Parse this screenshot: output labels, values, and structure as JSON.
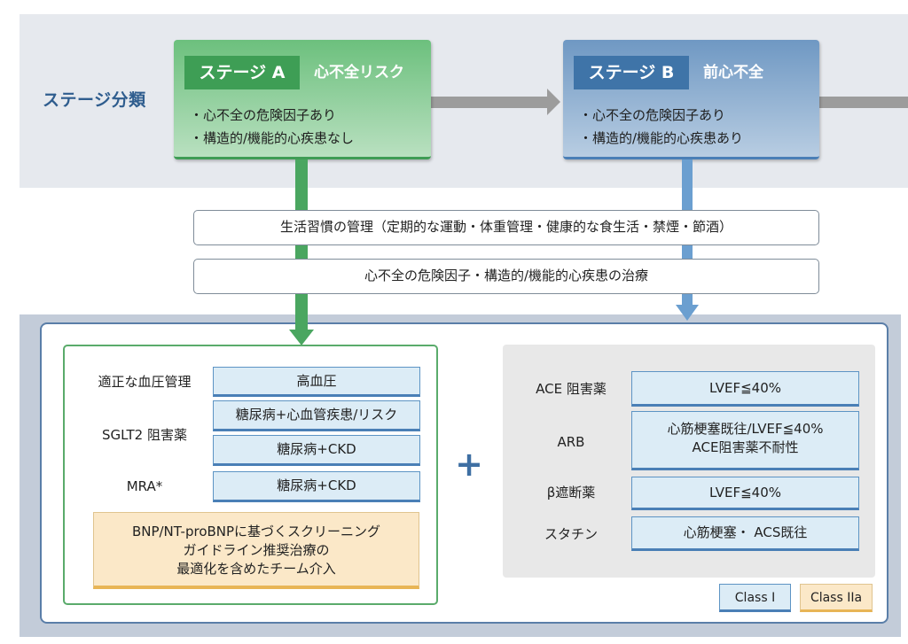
{
  "stage_label": "ステージ分類",
  "stage_a": {
    "tag": "ステージ A",
    "subtitle": "心不全リスク",
    "bullets": [
      "・心不全の危険因子あり",
      "・構造的/機能的心疾患なし"
    ]
  },
  "stage_b": {
    "tag": "ステージ B",
    "subtitle": "前心不全",
    "bullets": [
      "・心不全の危険因子あり",
      "・構造的/機能的心疾患あり"
    ]
  },
  "management": [
    "生活習慣の管理（定期的な運動・体重管理・健康的な食生活・禁煙・節酒）",
    "心不全の危険因子・構造的/機能的心疾患の治療"
  ],
  "left_panel": {
    "rows": [
      {
        "label": "適正な血圧管理",
        "conditions": [
          "高血圧"
        ]
      },
      {
        "label": "SGLT2 阻害薬",
        "conditions": [
          "糖尿病+心血管疾患/リスク",
          "糖尿病+CKD"
        ]
      },
      {
        "label": "MRA*",
        "conditions": [
          "糖尿病+CKD"
        ]
      }
    ],
    "bnp_lines": [
      "BNP/NT-proBNPに基づくスクリーニング",
      "ガイドライン推奨治療の",
      "最適化を含めたチーム介入"
    ]
  },
  "plus_symbol": "+",
  "right_panel": {
    "rows": [
      {
        "label": "ACE 阻害薬",
        "condition_lines": [
          "LVEF≦40%"
        ]
      },
      {
        "label": "ARB",
        "condition_lines": [
          "心筋梗塞既往/LVEF≦40%",
          "ACE阻害薬不耐性"
        ]
      },
      {
        "label": "β遮断薬",
        "condition_lines": [
          "LVEF≦40%"
        ]
      },
      {
        "label": "スタチン",
        "condition_lines": [
          "心筋梗塞・ ACS既往"
        ]
      }
    ]
  },
  "legend": {
    "class1": "Class I",
    "class2a": "Class IIa"
  },
  "colors": {
    "stage_a_green": "#3e9e55",
    "stage_b_blue": "#3f74a8",
    "class1_fill": "#dcecf6",
    "class2a_fill": "#fbe8c8"
  }
}
